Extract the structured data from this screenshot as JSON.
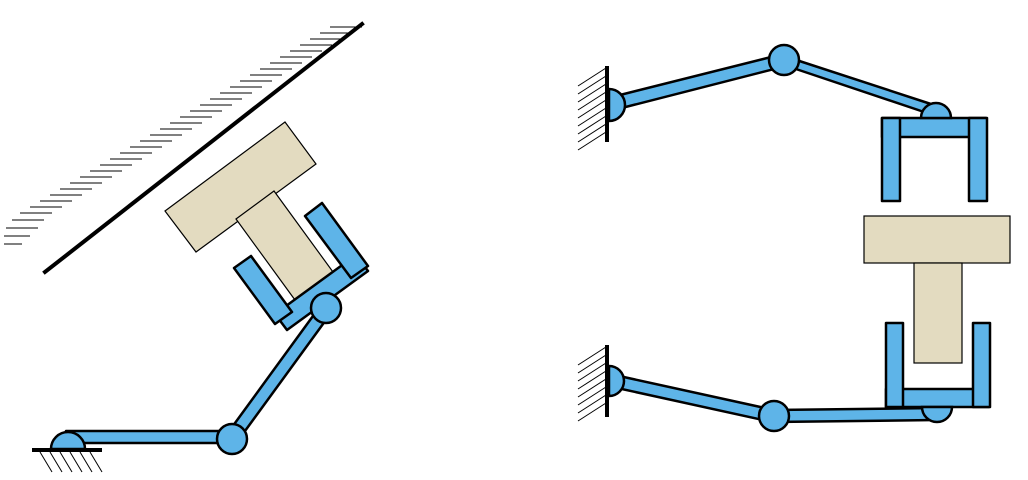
{
  "colors": {
    "link": "#5eb4e8",
    "joint": "#5eb4e8",
    "object": "#e3dbc0",
    "line": "#000000",
    "background": "#ffffff"
  },
  "figures": [
    {
      "id": "single-arm-manipulator-near-inclined-wall",
      "components": [
        "ground-base",
        "inclined-wall",
        "link-1",
        "link-2",
        "elbow-joint",
        "wrist-joint",
        "u-gripper",
        "t-shaped-object"
      ]
    },
    {
      "id": "dual-arm-manipulator-gripping-object",
      "components": [
        "upper-wall",
        "lower-wall",
        "upper-arm",
        "lower-arm",
        "upper-u-gripper",
        "lower-u-gripper",
        "t-shaped-object"
      ]
    }
  ]
}
